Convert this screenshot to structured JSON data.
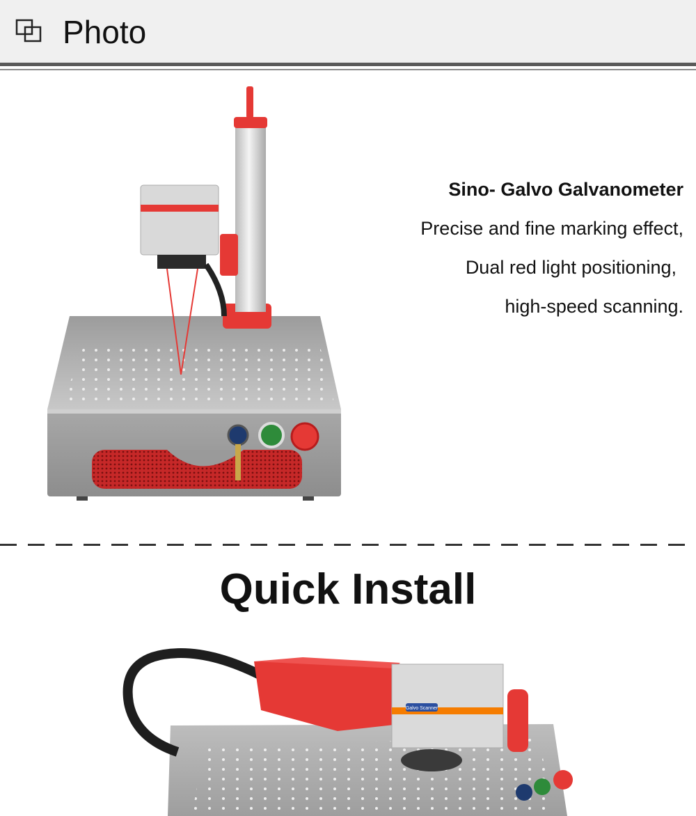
{
  "header": {
    "title": "Photo",
    "icon": "overlapping-squares-icon"
  },
  "feature": {
    "title": "Sino- Galvo Galvanometer",
    "lines": [
      "Precise and fine marking effect,",
      "Dual red light positioning,",
      "high-speed scanning."
    ]
  },
  "section": {
    "title": "Quick Install"
  },
  "photo2": {
    "label": "Galvo Scanner"
  },
  "colors": {
    "accent_red": "#e53935",
    "header_bg": "#f0f0f0",
    "rule": "#5a5a5a"
  }
}
